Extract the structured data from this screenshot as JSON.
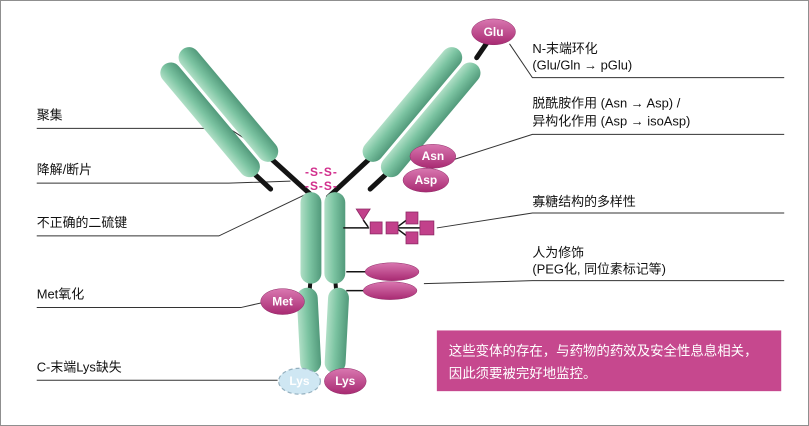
{
  "diagram": {
    "left_labels": [
      "聚集",
      "降解/断片",
      "不正确的二硫键",
      "Met氧化",
      "C-末端Lys缺失"
    ],
    "right_labels": {
      "n_terminal": {
        "line1": "N-末端环化",
        "line2": "(Glu/Gln → pGlu)"
      },
      "deamidation": {
        "line1": "脱酰胺作用 (Asn → Asp) /",
        "line2": "异构化作用 (Asp → isoAsp)"
      },
      "glycan": {
        "line1": "寡糖结构的多样性"
      },
      "artificial": {
        "line1": "人为修饰",
        "line2": "(PEG化, 同位素标记等)"
      }
    },
    "residues": {
      "glu": "Glu",
      "asn": "Asn",
      "asp": "Asp",
      "met": "Met",
      "lys_lost": "Lys",
      "lys": "Lys"
    },
    "disulfide": {
      "top": "-S-S-",
      "bottom": "-S-S-"
    },
    "note": {
      "line1": "这些变体的存在，与药物的药效及安全性息息相关，",
      "line2": "因此须要被完好地监控。"
    },
    "colors": {
      "chain_green": "#7cc4a2",
      "accent_magenta": "#c2418b",
      "lys_lost_blue": "#cfe7f3",
      "note_background": "#c6488e"
    }
  }
}
